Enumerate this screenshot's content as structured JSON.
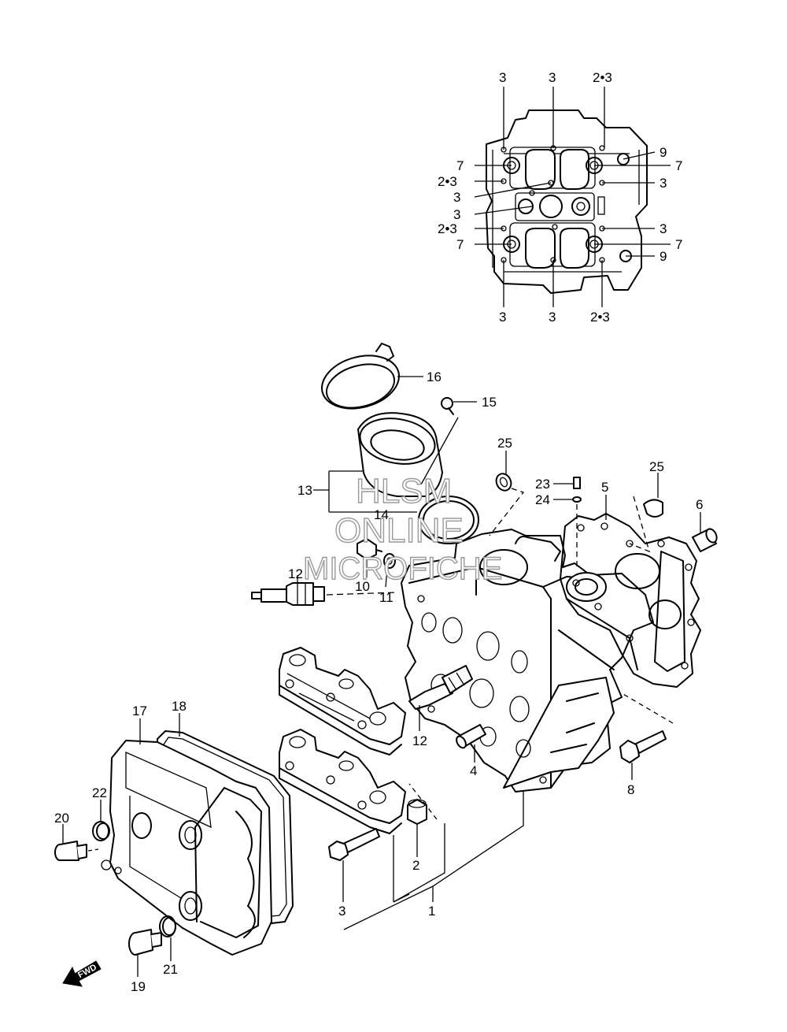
{
  "watermark": [
    "HLSM",
    "ONLINE",
    "MICROFICHE"
  ],
  "fwd_label": "FWD",
  "callouts": {
    "c1": "1",
    "c2": "2",
    "c3": "3",
    "c4": "4",
    "c5": "5",
    "c6": "6",
    "c7": "7",
    "c8": "8",
    "c9": "9",
    "c10": "10",
    "c11": "11",
    "c12": "12",
    "c13": "13",
    "c14": "14",
    "c15": "15",
    "c16": "16",
    "c17": "17",
    "c18": "18",
    "c19": "19",
    "c20": "20",
    "c21": "21",
    "c22": "22",
    "c23": "23",
    "c24": "24",
    "c25": "25",
    "c23b": "2•3"
  }
}
